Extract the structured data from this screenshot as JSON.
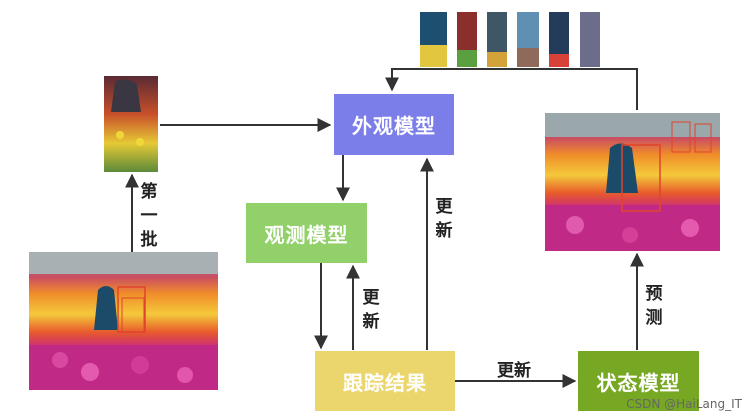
{
  "nodes": {
    "appearance_model": "外观模型",
    "observation_model": "观测模型",
    "tracking_result": "跟踪结果",
    "state_model": "状态模型"
  },
  "edge_labels": {
    "first_batch": [
      "第",
      "一",
      "批"
    ],
    "update_left": [
      "更",
      "新"
    ],
    "update_center": [
      "更",
      "新"
    ],
    "update_bottom": "更新",
    "predict": [
      "预",
      "测"
    ]
  },
  "colors": {
    "appearance_model": "#7b7de8",
    "observation_model": "#92d06a",
    "tracking_result": "#ebd66e",
    "state_model": "#76a824",
    "detection_box": "#e0442c",
    "arrow": "#333333"
  },
  "watermark": "CSDN @HaiLang_IT"
}
